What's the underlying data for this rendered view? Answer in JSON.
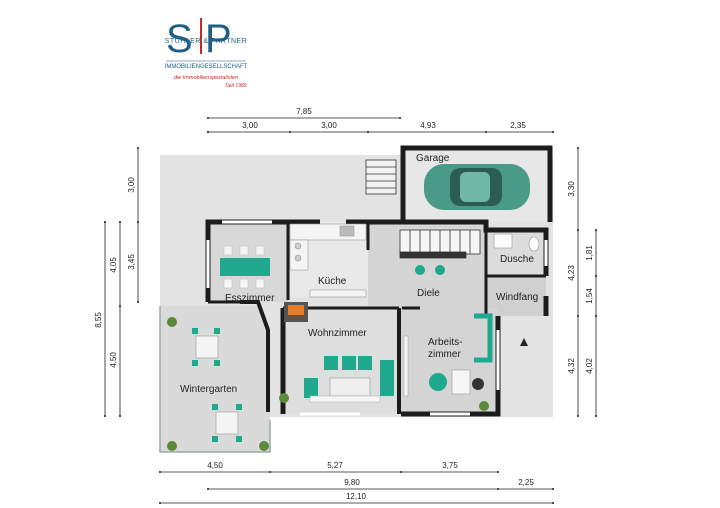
{
  "logo": {
    "brand": "STÜHLER & PARTNER",
    "subtitle": "IMMOBILIENGESELLSCHAFT",
    "tagline": "die Immobilienspezialisten",
    "since": "Seit 1989",
    "colors": {
      "mark": "#1f5f86",
      "accent": "#c62828",
      "text": "#1f5f86"
    }
  },
  "rooms": {
    "garage": "Garage",
    "kueche": "Küche",
    "esszimmer": "Esszimmer",
    "diele": "Diele",
    "dusche": "Dusche",
    "windfang": "Windfang",
    "wohnzimmer": "Wohnzimmer",
    "arbeitszimmer_1": "Arbeits-",
    "arbeitszimmer_2": "zimmer",
    "wintergarten": "Wintergarten"
  },
  "dimensions": {
    "top_total": "7,85",
    "top_1": "3,00",
    "top_2": "3,00",
    "top_3": "4,93",
    "top_4": "2,35",
    "left_300": "3,00",
    "left_405": "4,05",
    "left_345": "3,45",
    "left_855": "8,55",
    "left_450": "4,50",
    "right_330": "3,30",
    "right_423": "4,23",
    "right_181": "1,81",
    "right_154": "1,54",
    "right_432": "4,32",
    "right_402": "4,02",
    "bottom_450": "4,50",
    "bottom_527": "5,27",
    "bottom_375": "3,75",
    "bottom_980": "9,80",
    "bottom_225": "2,25",
    "bottom_1210": "12,10"
  },
  "colors": {
    "wall": "#1c1c1c",
    "floor": "#d8d8d8",
    "teal": "#1fa98e",
    "car": "#4a9a88"
  },
  "icons": [
    "logo-mark",
    "car-icon",
    "entrance-arrow-icon"
  ]
}
